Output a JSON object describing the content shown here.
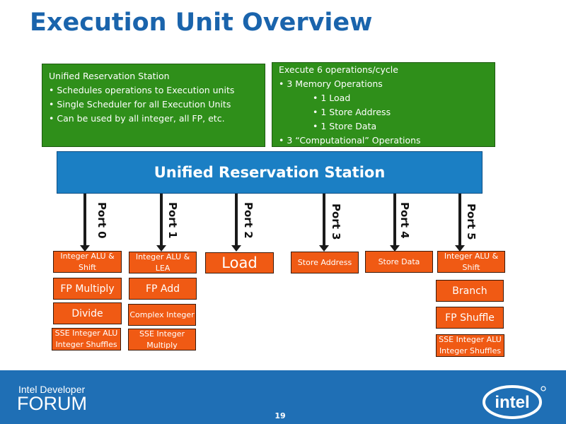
{
  "title": "Execution Unit Overview",
  "info_left": {
    "heading": "Unified Reservation Station",
    "bullets": [
      "Schedules operations to Execution units",
      "Single Scheduler for all Execution Units",
      "Can be used by all integer, all FP, etc."
    ]
  },
  "info_right": {
    "heading": "Execute 6 operations/cycle",
    "bullet1": "3 Memory Operations",
    "sub": [
      "1 Load",
      "1 Store Address",
      "1 Store Data"
    ],
    "bullet2": "3 “Computational” Operations"
  },
  "station": "Unified Reservation Station",
  "ports": [
    "Port 0",
    "Port 1",
    "Port 2",
    "Port 3",
    "Port 4",
    "Port 5"
  ],
  "units": {
    "p0": [
      "Integer ALU & Shift",
      "FP Multiply",
      "Divide",
      "SSE Integer ALU Integer Shuffles"
    ],
    "p1": [
      "Integer ALU & LEA",
      "FP Add",
      "Complex Integer",
      "SSE Integer Multiply"
    ],
    "p2": [
      "Load"
    ],
    "p3": [
      "Store Address"
    ],
    "p4": [
      "Store Data"
    ],
    "p5": [
      "Integer ALU & Shift",
      "Branch",
      "FP Shuffle",
      "SSE Integer ALU Integer Shuffles"
    ]
  },
  "footer": {
    "brand_line1": "Intel Developer",
    "brand_line2": "FORUM",
    "page_number": "19",
    "logo_text": "intel"
  },
  "colors": {
    "title": "#1a64ac",
    "info_box": "#2f8f1a",
    "station": "#1b7fc4",
    "unit": "#f05a14",
    "footer": "#1f6fb5"
  }
}
